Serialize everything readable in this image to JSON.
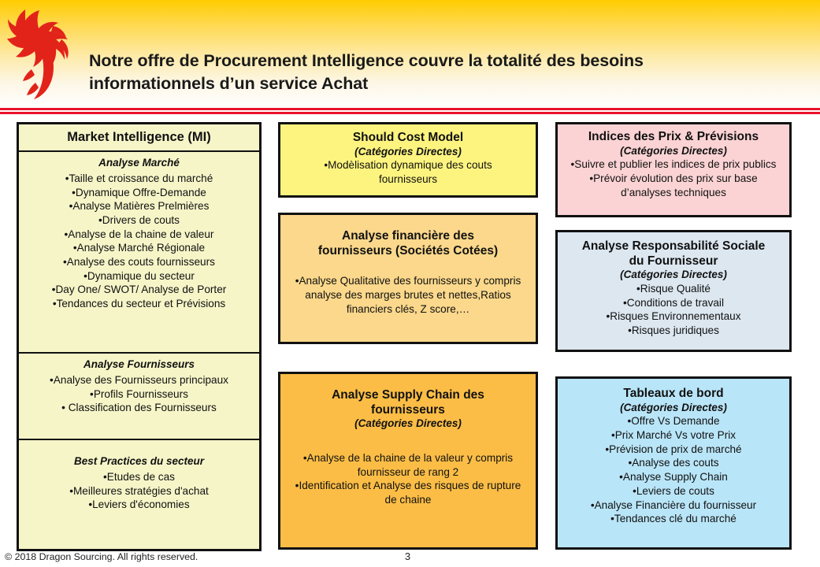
{
  "header": {
    "logo_alt": "Dragon Sourcing dragon logo",
    "title_line_1": "Notre offre de Procurement Intelligence  couvre la totalité des besoins",
    "title_line_2": "informationnels d’un service Achat",
    "accent_color": "#e8122a",
    "gradient_top": "#ffcc00",
    "gradient_bottom": "#ffffff"
  },
  "cards": {
    "market_intelligence": {
      "title": "Market Intelligence (MI)",
      "bg": "#f6f5c8",
      "sections": [
        {
          "subtitle": "Analyse Marché",
          "bullets": [
            "Taille et croissance du marché",
            "Dynamique Offre-Demande",
            "Analyse Matières Prelmières",
            "Drivers de couts",
            "Analyse de la chaine de valeur",
            "Analyse Marché Régionale",
            "Analyse des couts fournisseurs",
            "Dynamique du secteur",
            "Day One/ SWOT/ Analyse de Porter",
            "Tendances du secteur et Prévisions"
          ]
        },
        {
          "subtitle": "Analyse Fournisseurs",
          "bullets": [
            "Analyse des Fournisseurs principaux",
            "Profils Fournisseurs",
            " Classification des Fournisseurs"
          ]
        },
        {
          "subtitle": "Best Practices du secteur",
          "bullets": [
            "Etudes de cas",
            "Meilleures stratégies d'achat",
            "Leviers d'économies"
          ]
        }
      ]
    },
    "should_cost_model": {
      "title": "Should Cost Model",
      "subtitle": "(Catégories Directes)",
      "bg": "#fdf47f",
      "bullets": [
        "Modèlisation dynamique des couts fournisseurs"
      ]
    },
    "analyse_financiere": {
      "title_line_1": "Analyse financière des",
      "title_line_2": "fournisseurs (Sociétés Cotées)",
      "bg": "#fbd88b",
      "bullets": [
        "Analyse Qualitative des fournisseurs y compris analyse des marges brutes et nettes,Ratios financiers clés,  Z score,…"
      ]
    },
    "analyse_supply_chain": {
      "title_line_1": "Analyse Supply Chain des",
      "title_line_2": "fournisseurs",
      "subtitle": "(Catégories Directes)",
      "bg": "#fbbd46",
      "bullets": [
        "Analyse de la chaine de la valeur y compris fournisseur de rang 2",
        "Identification et Analyse  des risques de rupture de chaine"
      ]
    },
    "indices_prix": {
      "title": "Indices des Prix & Prévisions",
      "subtitle": "(Catégories Directes)",
      "bg": "#fbd3d4",
      "bullets": [
        "Suivre et publier les indices de prix publics",
        "Prévoir évolution des prix sur base d’analyses techniques"
      ]
    },
    "responsabilite_sociale": {
      "title_line_1": "Analyse Responsabilité Sociale",
      "title_line_2": "du Fournisseur",
      "subtitle": "(Catégories Directes)",
      "bg": "#dce7f0",
      "bullets": [
        "Risque Qualité",
        "Conditions de travail",
        "Risques Environnementaux",
        "Risques juridiques"
      ]
    },
    "tableaux_de_bord": {
      "title": "Tableaux de bord",
      "subtitle": "(Catégories Directes)",
      "bg": "#b9e5f8",
      "bullets": [
        "Offre Vs Demande",
        "Prix Marché Vs votre Prix",
        "Prévision de prix de marché",
        "Analyse des couts",
        "Analyse Supply Chain",
        "Leviers de couts",
        "Analyse Financière du fournisseur",
        "Tendances clé du marché"
      ]
    }
  },
  "footer": {
    "copyright": "© 2018 Dragon Sourcing. All rights reserved.",
    "page_number": "3"
  }
}
